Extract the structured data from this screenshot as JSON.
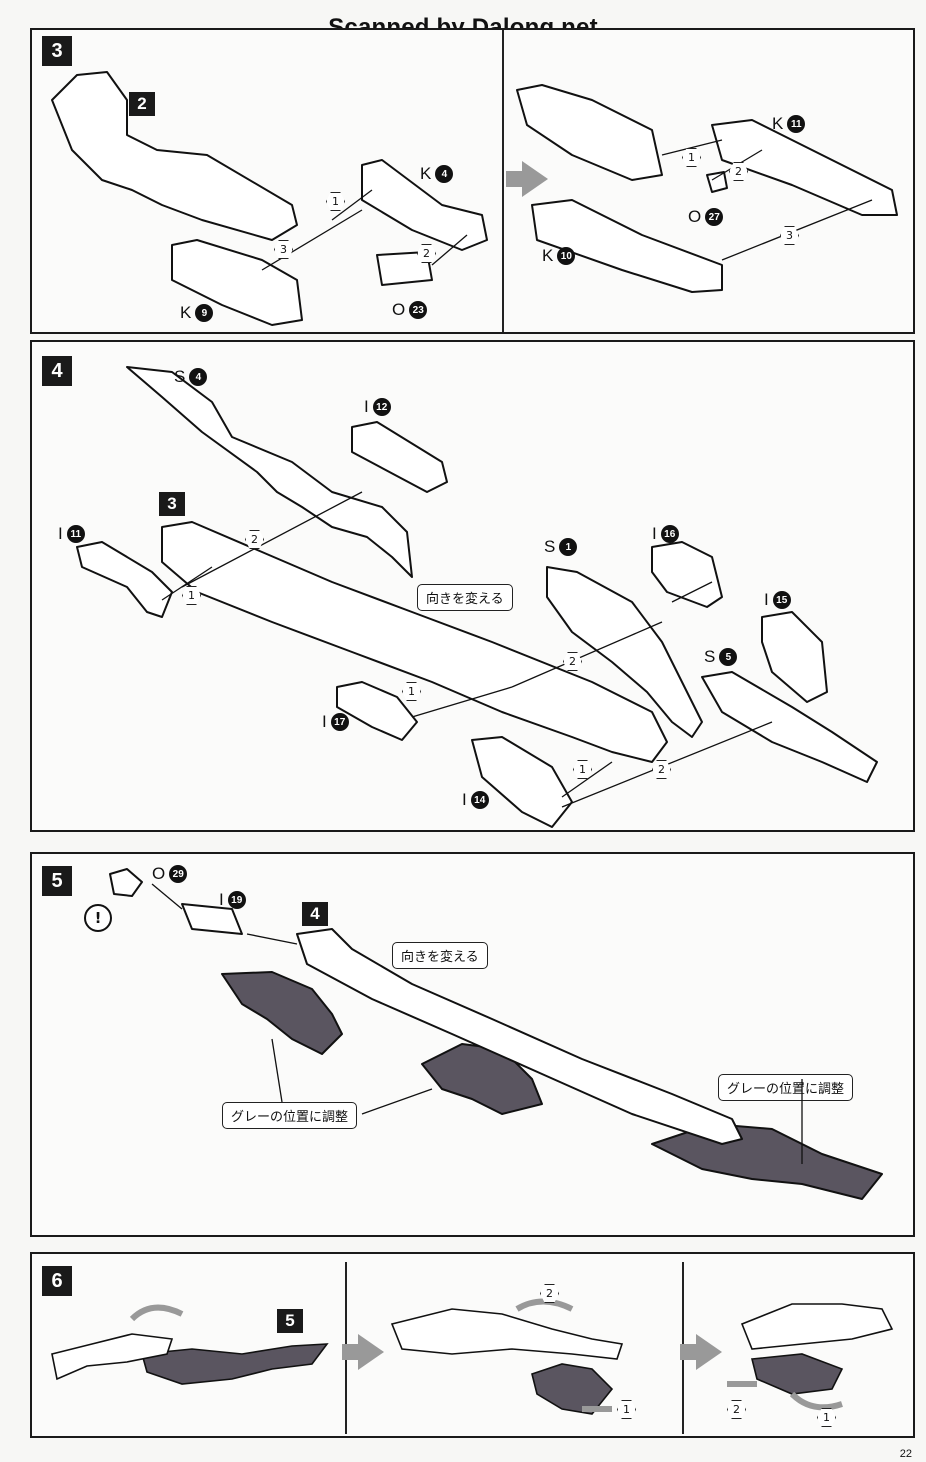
{
  "watermark": "Scanned by Dalong.net",
  "page_number": "22",
  "steps": {
    "s3": {
      "number": "3",
      "sub": "2",
      "labels": [
        {
          "letter": "K",
          "num": "4"
        },
        {
          "letter": "K",
          "num": "9"
        },
        {
          "letter": "O",
          "num": "23"
        },
        {
          "letter": "K",
          "num": "11"
        },
        {
          "letter": "O",
          "num": "27"
        },
        {
          "letter": "K",
          "num": "10"
        }
      ]
    },
    "s4": {
      "number": "4",
      "sub": "3",
      "callout": "向きを変える",
      "labels": [
        {
          "letter": "S",
          "num": "4"
        },
        {
          "letter": "I",
          "num": "12"
        },
        {
          "letter": "I",
          "num": "11"
        },
        {
          "letter": "S",
          "num": "1"
        },
        {
          "letter": "I",
          "num": "16"
        },
        {
          "letter": "I",
          "num": "15"
        },
        {
          "letter": "S",
          "num": "5"
        },
        {
          "letter": "I",
          "num": "17"
        },
        {
          "letter": "I",
          "num": "14"
        }
      ]
    },
    "s5": {
      "number": "5",
      "sub": "4",
      "caution": "!",
      "callout_turn": "向きを変える",
      "callout_adjust_left": "グレーの位置に調整",
      "callout_adjust_right": "グレーの位置に調整",
      "labels": [
        {
          "letter": "O",
          "num": "29"
        },
        {
          "letter": "I",
          "num": "19"
        }
      ]
    },
    "s6": {
      "number": "6",
      "sub": "5"
    }
  },
  "colors": {
    "ink": "#111111",
    "flame_gray": "#5a5560",
    "arrow_gray": "#999999"
  }
}
